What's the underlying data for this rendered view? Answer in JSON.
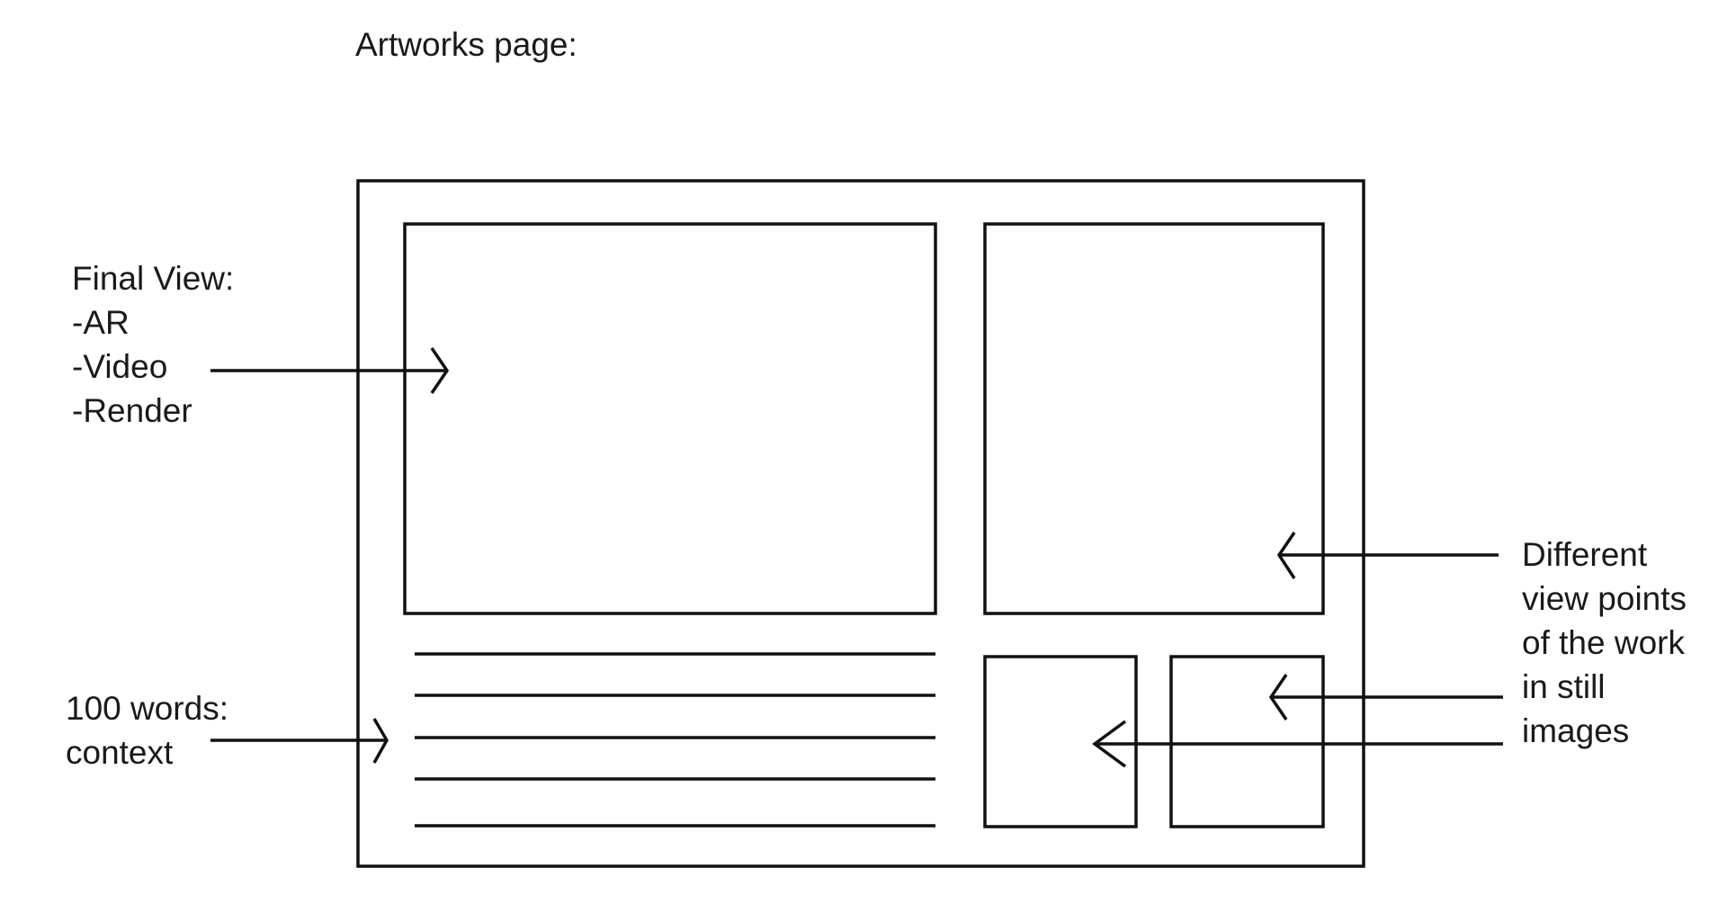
{
  "title": "Artworks page:",
  "annotations": {
    "final_view": {
      "lines": [
        "Final View:",
        "-AR",
        "-Video",
        "-Render"
      ]
    },
    "context": {
      "lines": [
        "100 words:",
        "context"
      ]
    },
    "view_points": {
      "lines": [
        "Different",
        "view points",
        "of the work",
        "in still",
        "images"
      ]
    }
  },
  "colors": {
    "stroke": "#111111",
    "background": "#ffffff",
    "text": "#1a1a1a"
  }
}
